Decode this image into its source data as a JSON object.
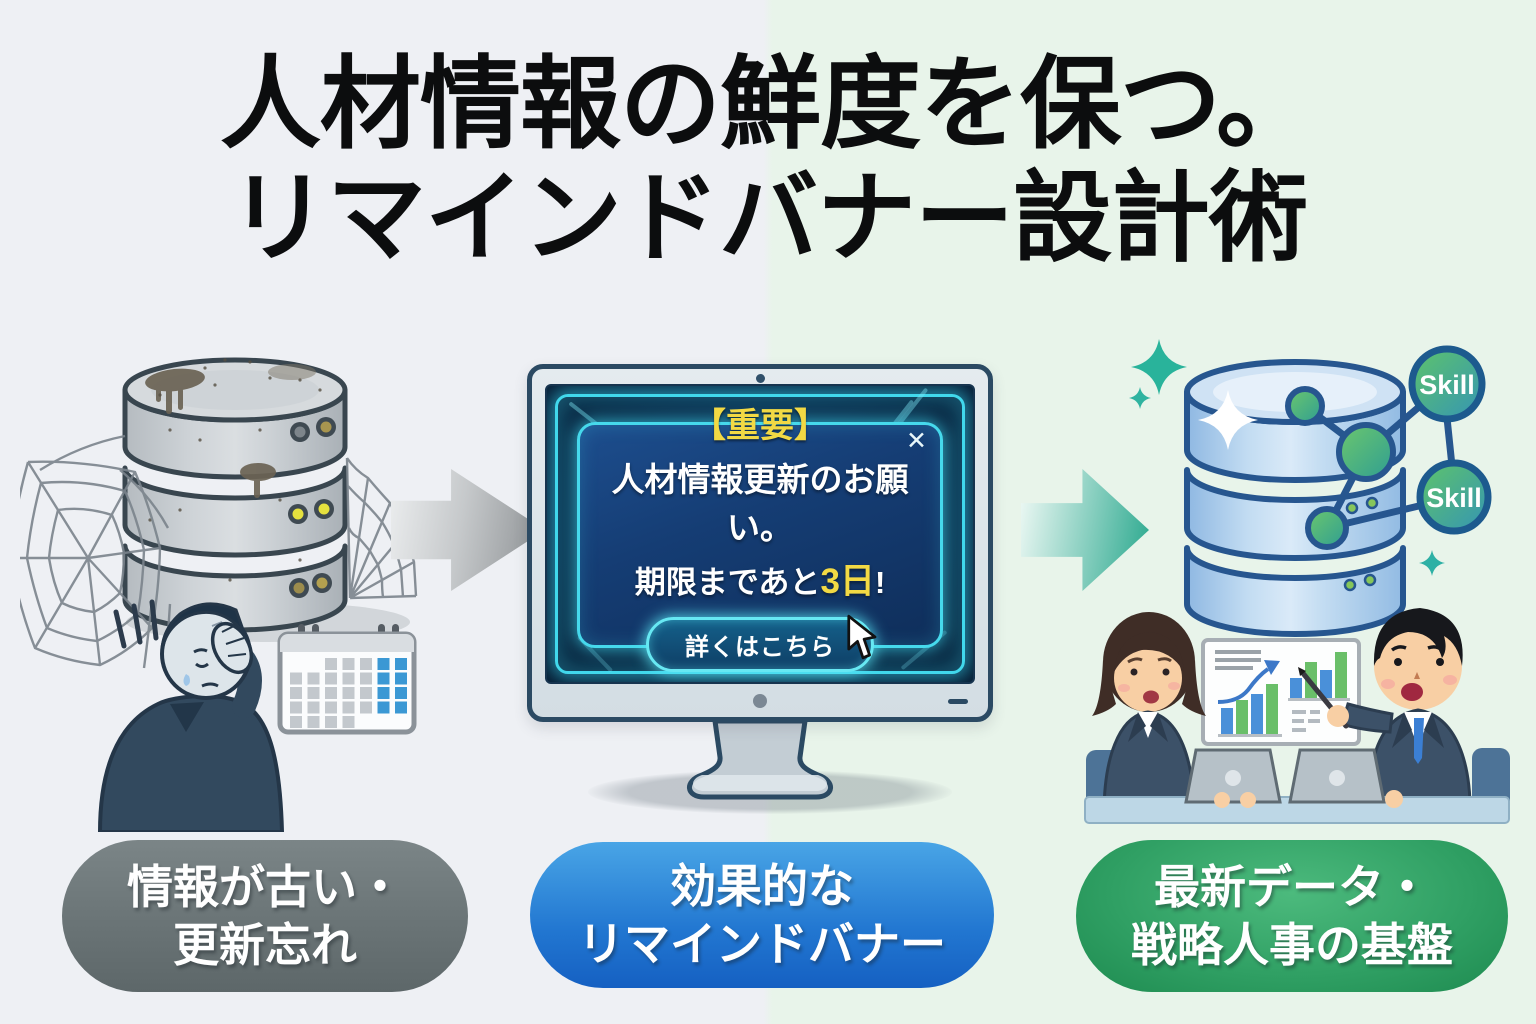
{
  "title": {
    "line1": "人材情報の鮮度を保つ。",
    "line2": "リマインドバナー設計術"
  },
  "captions": {
    "left": {
      "line1": "情報が古い・",
      "line2": "更新忘れ"
    },
    "middle": {
      "line1": "効果的な",
      "line2": "リマインドバナー"
    },
    "right": {
      "line1": "最新データ・",
      "line2": "戦略人事の基盤"
    }
  },
  "banner": {
    "close_symbol": "✕",
    "tag": "【重要】",
    "line1": "人材情報更新のお願い。",
    "line2_pre": "期限まであと",
    "line2_highlight": "3日",
    "line2_post": "!",
    "button_label": "詳くはこちら"
  },
  "skills": {
    "a": "Skill",
    "b": "Skill"
  },
  "colors": {
    "background_left": "#eef0f4",
    "background_right": "#e8f4ea",
    "pill_gray": "#6a7476",
    "pill_blue": "#2277d1",
    "pill_green": "#2f9f63",
    "banner_yellow": "#f2d944",
    "neon_cyan": "#46d9ec",
    "arrow_gray": "#898d90",
    "arrow_green": "#27a78c"
  }
}
